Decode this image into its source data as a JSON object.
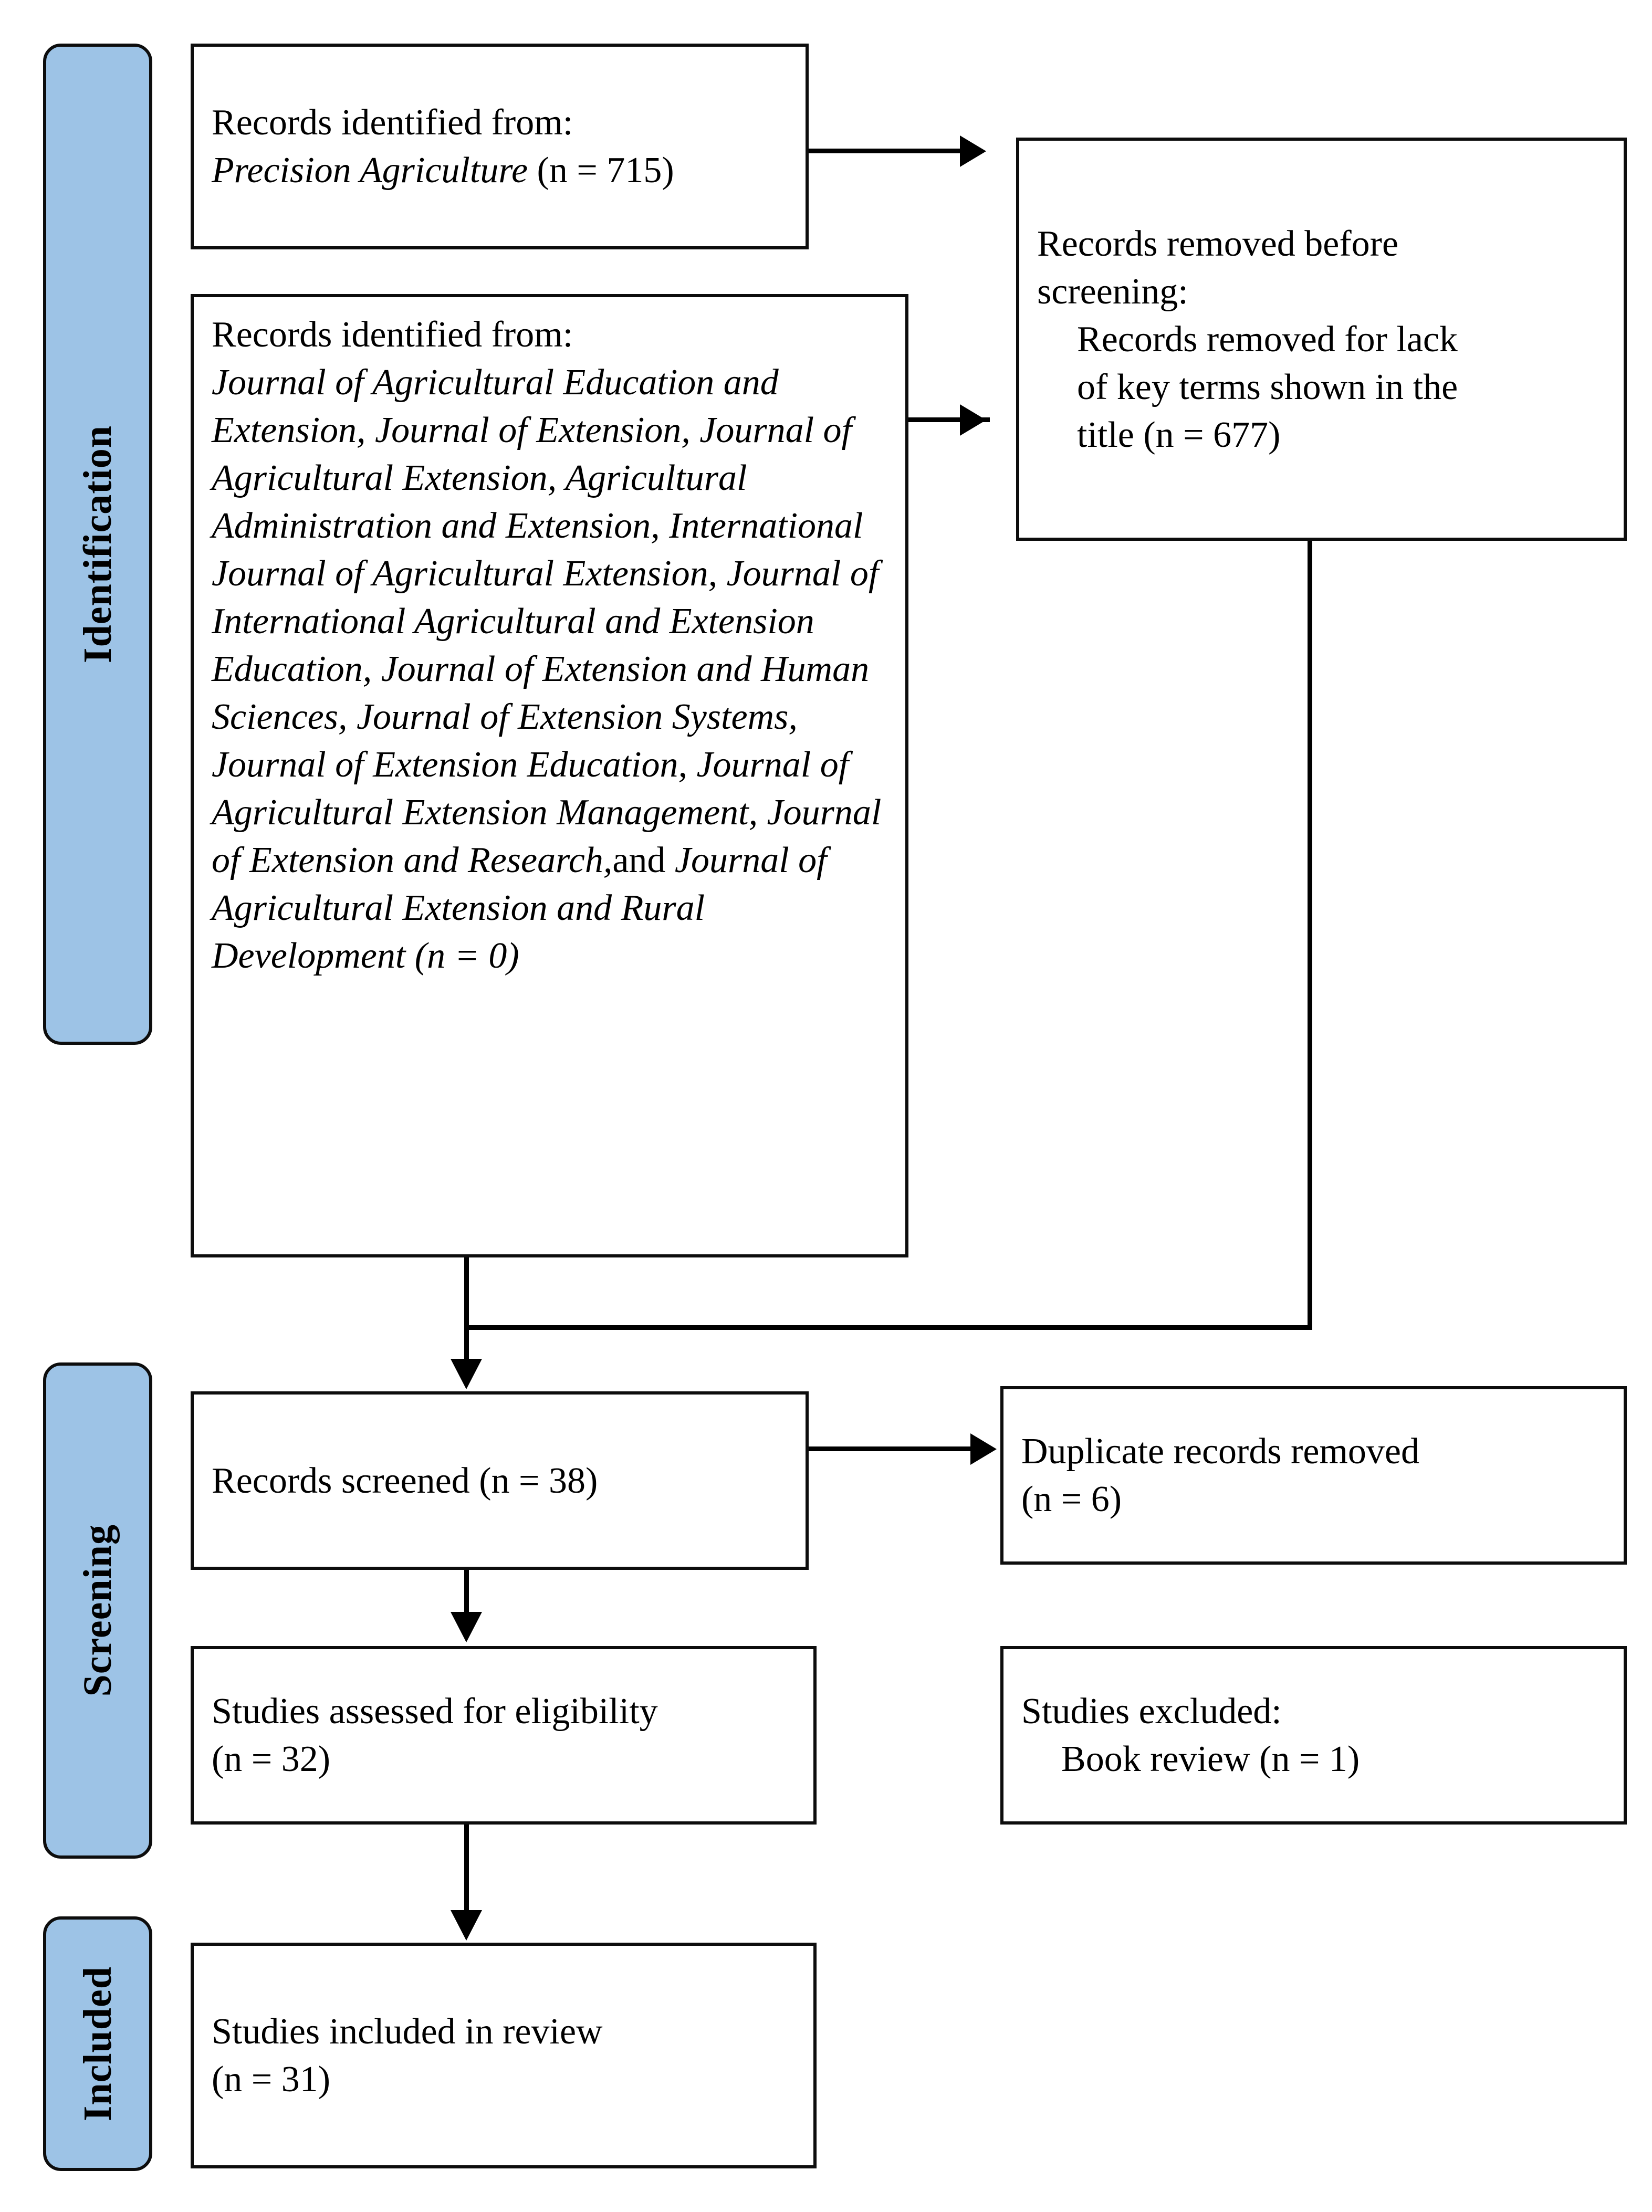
{
  "diagram": {
    "type": "PRISMA flow diagram",
    "accent_color": "#9DC3E6",
    "border_color": "#0d0d0d",
    "background_color": "#ffffff"
  },
  "phases": [
    {
      "key": "identification",
      "label": "Identification"
    },
    {
      "key": "screening",
      "label": "Screening"
    },
    {
      "key": "included",
      "label": "Included"
    }
  ],
  "boxes": {
    "records_identified_precision": {
      "line1": "Records identified from:",
      "line2_italic": "Precision Agriculture",
      "line2_count": " (n = 715)"
    },
    "records_identified_journals": {
      "line1": "Records identified from:",
      "journals_text": "Journal of Agricultural Education and Extension, Journal of Extension, Journal of Agricultural Extension, Agricultural Administration and Extension, International Journal of Agricultural Extension, Journal of International Agricultural and Extension Education, Journal of Extension and Human Sciences, Journal of Extension Systems, Journal of Extension Education, Journal of Agricultural Extension Management, Journal of Extension and Research,",
      "conjunction": "and ",
      "last_journal": "Journal of Agricultural Extension and Rural Development",
      "count": " (n = 0)",
      "journal_list": [
        "Journal of Agricultural Education and Extension",
        "Journal of Extension",
        "Journal of Agricultural Extension",
        "Agricultural Administration and Extension",
        "International Journal of Agricultural Extension",
        "Journal of International Agricultural and Extension Education",
        "Journal of Extension and Human Sciences",
        "Journal of Extension Systems",
        "Journal of Extension Education",
        "Journal of Agricultural Extension Management",
        "Journal of Extension and Research",
        "Journal of Agricultural Extension and Rural Development"
      ]
    },
    "records_removed_before_screening": {
      "line1": "Records removed before",
      "line2": "screening:",
      "sub_line1": "Records removed for lack",
      "sub_line2": "of key terms shown in the",
      "sub_line3": "title (n = 677)"
    },
    "records_screened": {
      "line1": "Records screened (n = 38)"
    },
    "duplicate_records_removed": {
      "line1": "Duplicate records removed",
      "line2": "(n = 6)"
    },
    "studies_assessed": {
      "line1": "Studies assessed for eligibility",
      "line2": "(n = 32)"
    },
    "studies_excluded": {
      "line1": "Studies excluded:",
      "sub_line1": "Book review (n = 1)"
    },
    "studies_included": {
      "line1": "Studies included in review",
      "line2": "(n = 31)"
    }
  },
  "counts": {
    "precision_agriculture": 715,
    "extension_journals": 0,
    "removed_no_key_terms": 677,
    "records_screened": 38,
    "duplicates_removed": 6,
    "assessed_for_eligibility": 32,
    "book_review_excluded": 1,
    "included_in_review": 31
  }
}
